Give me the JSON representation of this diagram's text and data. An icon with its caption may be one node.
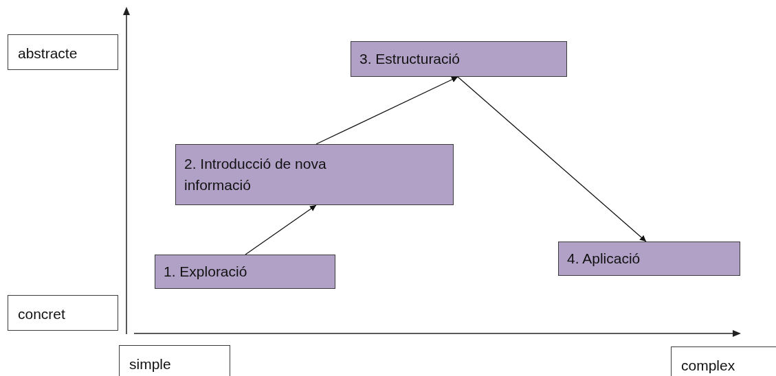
{
  "diagram": {
    "nodes": [
      {
        "text": [
          "abstracte"
        ]
      },
      {
        "text": [
          "concret"
        ]
      },
      {
        "text": [
          "simple"
        ]
      },
      {
        "text": [
          "complex"
        ]
      },
      {
        "text": [
          "1. Exploració"
        ]
      },
      {
        "text": [
          "2. Introducció de nova informació"
        ]
      },
      {
        "text": [
          "3. Estructuració"
        ]
      },
      {
        "text": [
          "4. Aplicació"
        ]
      }
    ],
    "edges": [
      {
        "from": 4,
        "to": 5,
        "arrow": "to"
      },
      {
        "from": 5,
        "to": 6,
        "arrow": "to"
      },
      {
        "from": 6,
        "to": 7,
        "arrow": "to"
      }
    ]
  }
}
